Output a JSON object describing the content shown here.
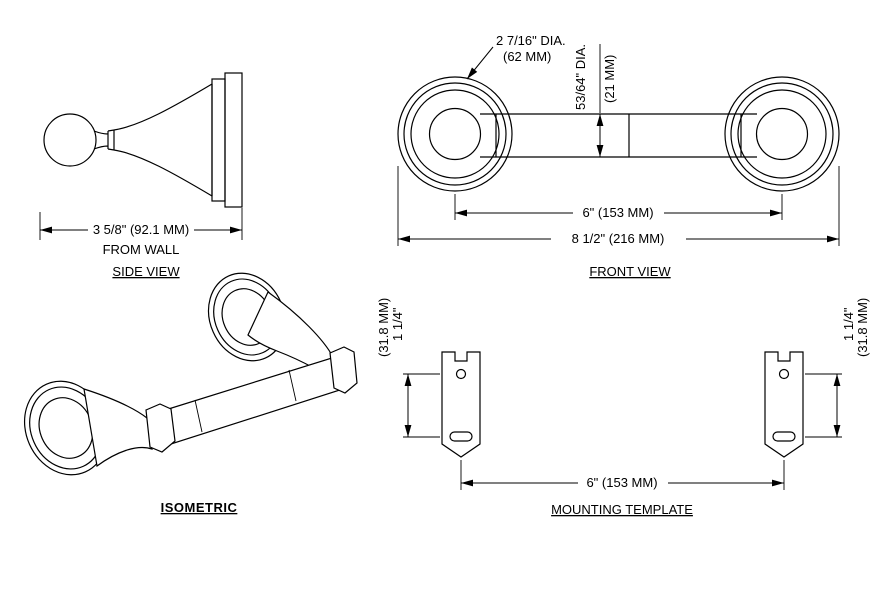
{
  "colors": {
    "line": "#000000",
    "background": "#ffffff"
  },
  "side_view": {
    "label": "SIDE VIEW",
    "dim_depth": "3 5/8\" (92.1 MM)",
    "dim_depth_note": "FROM WALL"
  },
  "front_view": {
    "label": "FRONT VIEW",
    "flange_dia_line1": "2 7/16\" DIA.",
    "flange_dia_line2": "(62 MM)",
    "bar_dia_line1": "53/64\" DIA.",
    "bar_dia_line2": "(21 MM)",
    "dim_post_centers": "6\" (153 MM)",
    "dim_overall": "8 1/2\" (216 MM)"
  },
  "isometric": {
    "label": "ISOMETRIC"
  },
  "mounting_template": {
    "label": "MOUNTING TEMPLATE",
    "dim_hole_to_slot_line1": "1 1/4\"",
    "dim_hole_to_slot_line2": "(31.8 MM)",
    "dim_centers": "6\" (153 MM)"
  }
}
